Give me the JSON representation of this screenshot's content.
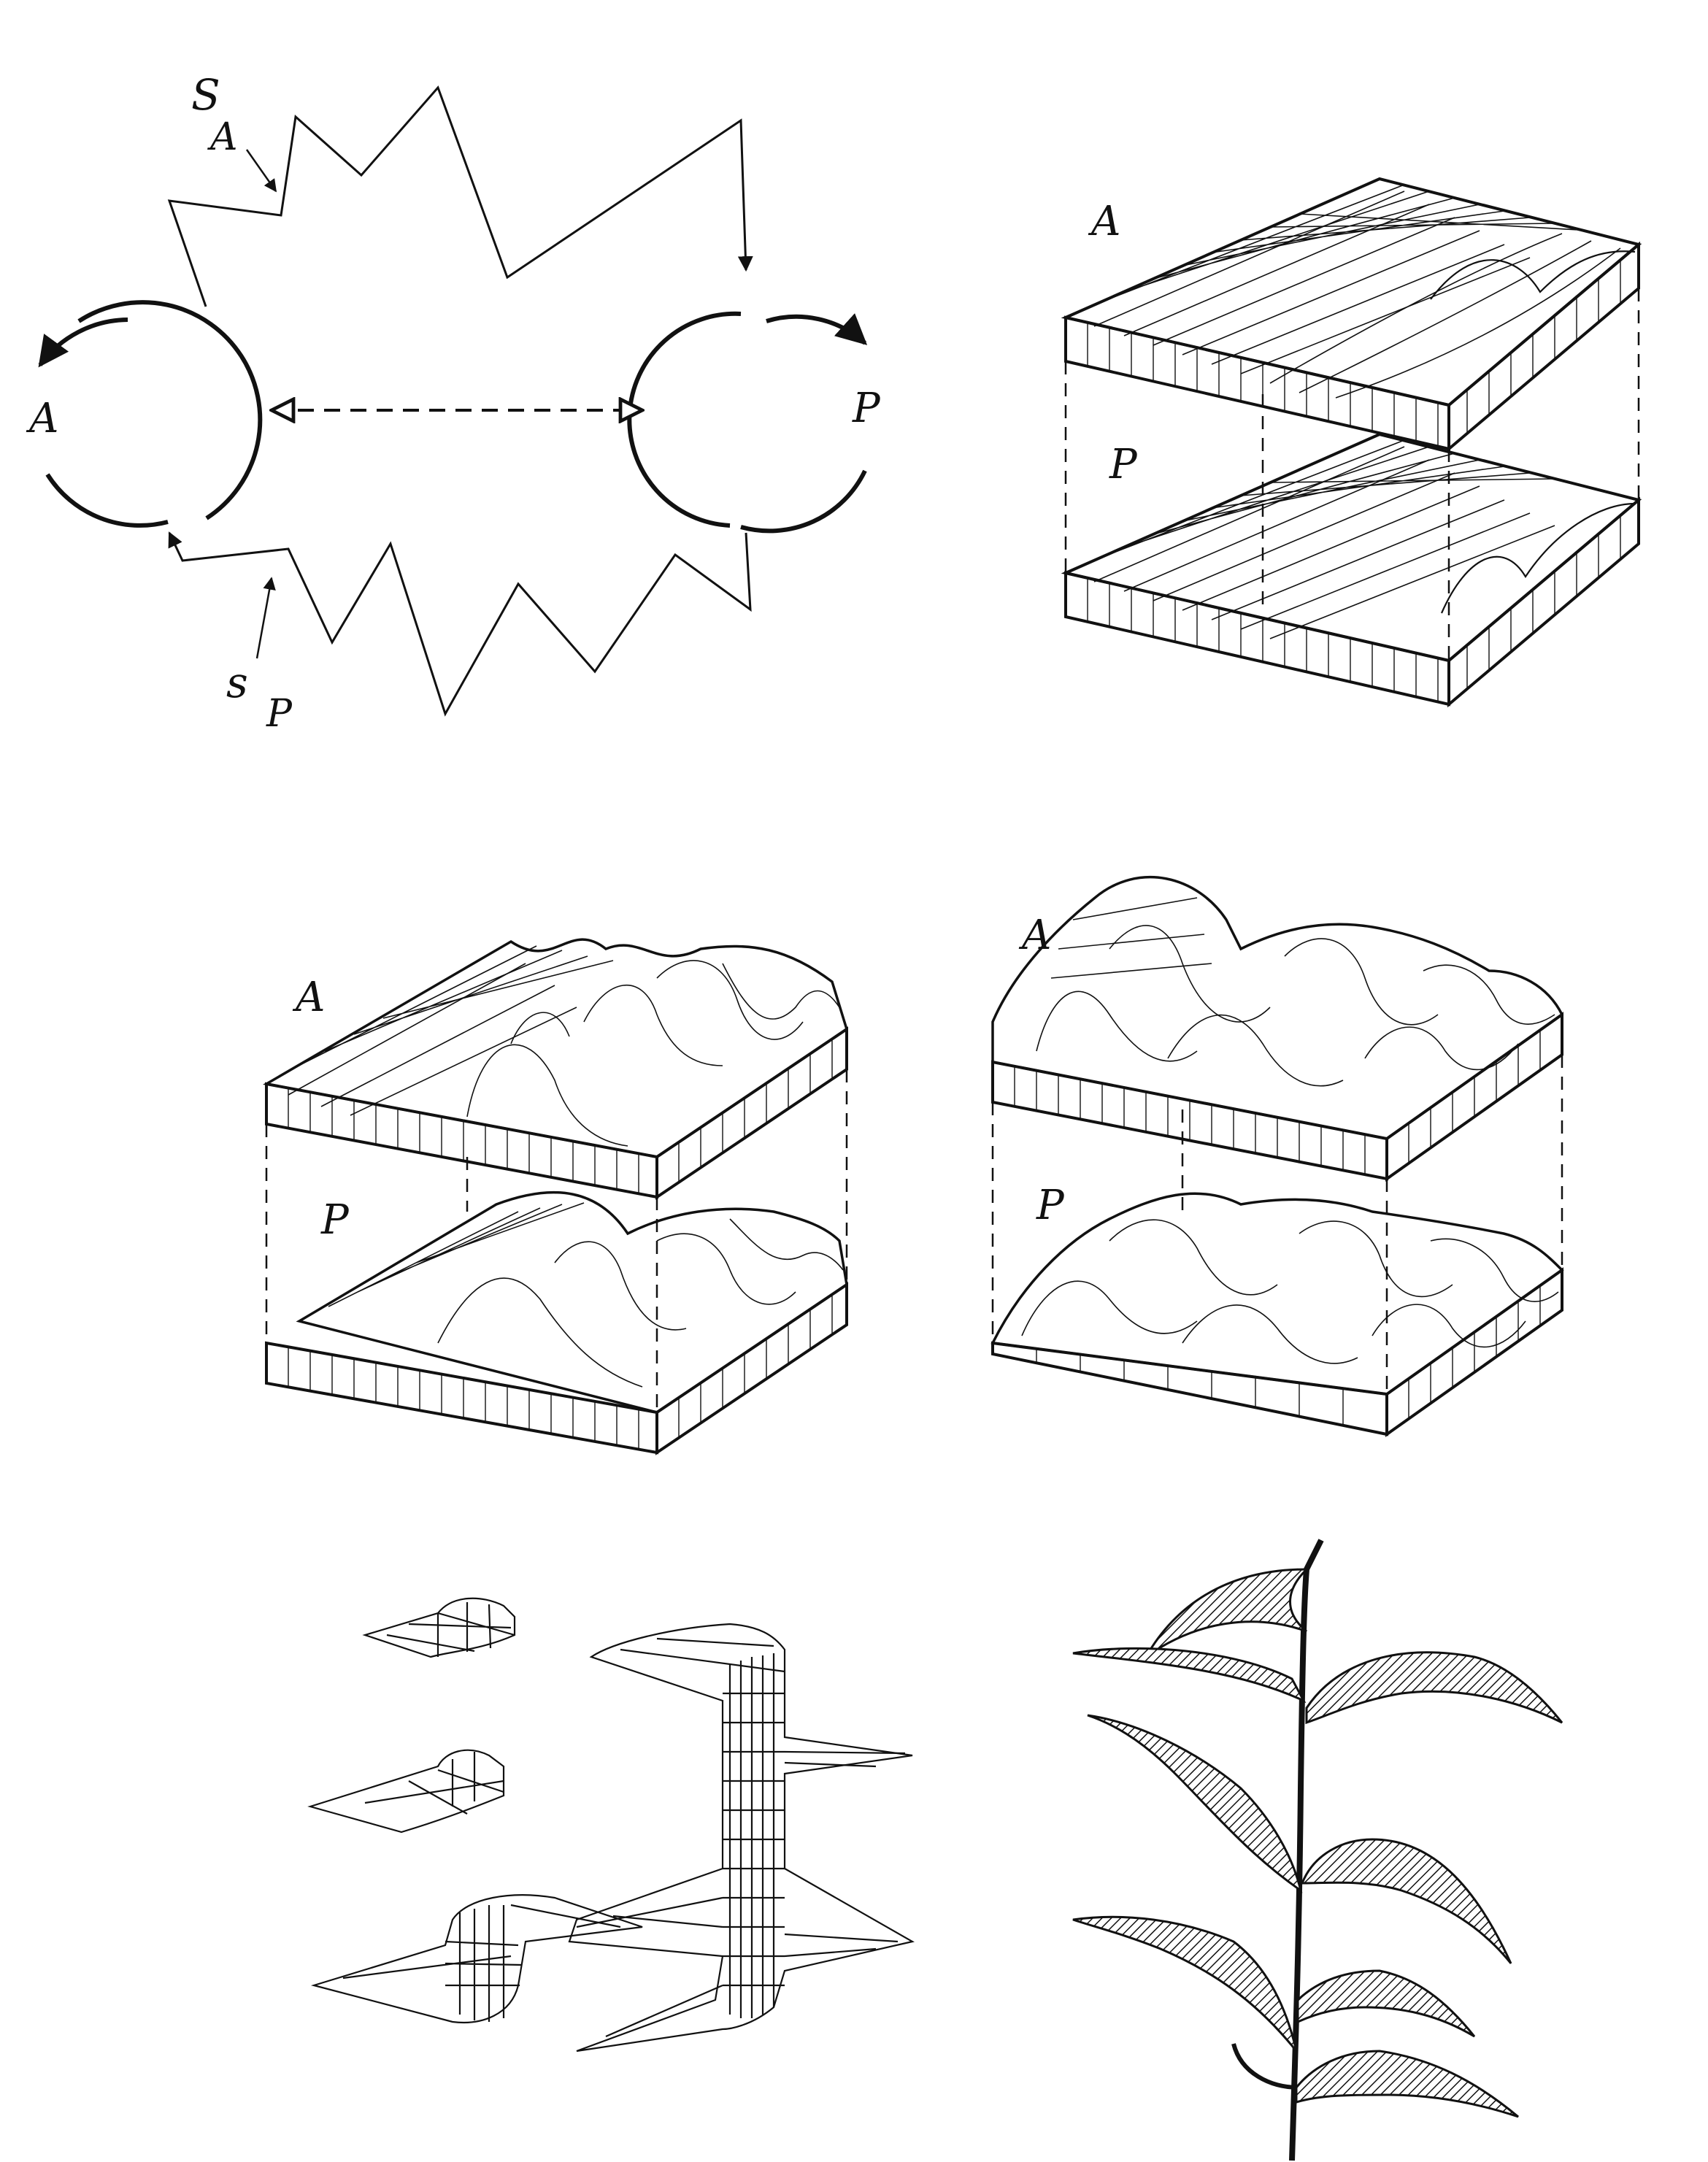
{
  "labels": {
    "s": "S",
    "a": "A",
    "p": "P",
    "s_lower": "s"
  },
  "colors": {
    "ink": "#111111",
    "background": "#ffffff"
  },
  "panels": [
    {
      "kind": "feedback-loop-schematic"
    },
    {
      "kind": "two-layer-grid-flat"
    },
    {
      "kind": "two-layer-surface-early"
    },
    {
      "kind": "two-layer-surface-late"
    },
    {
      "kind": "branching-isosurface"
    },
    {
      "kind": "leaf-branch-drawing"
    }
  ]
}
